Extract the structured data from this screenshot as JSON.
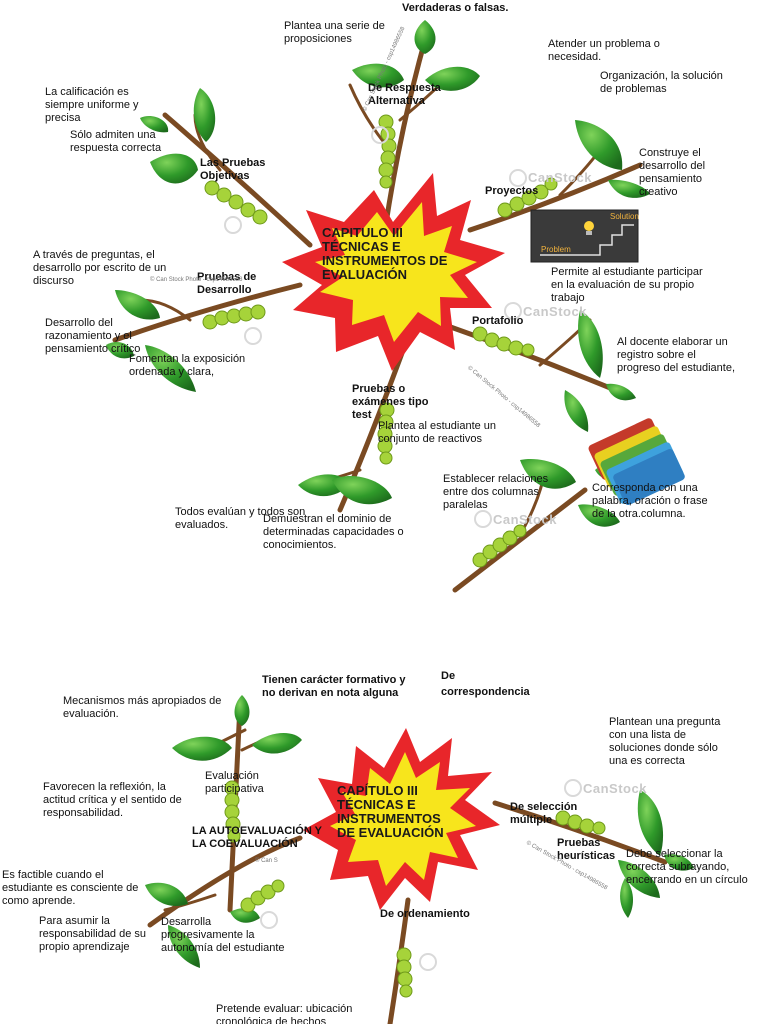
{
  "map1": {
    "center_title": "CAPITULO III TÉCNICAS E INSTRUMENTOS DE EVALUACIÓN",
    "branches": {
      "respuesta_alternativa": "De Respuesta Alternativa",
      "pruebas_objetivas": "Las Pruebas Objetivas",
      "proyectos": "Proyectos",
      "pruebas_desarrollo": "Pruebas de Desarrollo",
      "portafolio": "Portafolio",
      "examenes_test": "Pruebas o exámenes tipo test"
    },
    "notes": {
      "verdaderas": "Verdaderas o falsas.",
      "plantea_serie": "Plantea una serie de proposiciones",
      "atender_problema": "Atender un problema o necesidad.",
      "organizacion": "Organización, la solución de problemas",
      "construye": "Construye el desarrollo del pensamiento creativo",
      "calificacion": "La calificación es siempre uniforme y precisa",
      "solo_admiten": "Sólo admiten una respuesta correcta",
      "permite_estudiante": "Permite al estudiante participar en la evaluación de su propio trabajo",
      "a_traves": "A través de preguntas, el desarrollo por escrito de un discurso",
      "desarrollo_razonamiento": "Desarrollo del razonamiento y el pensamiento crítico",
      "fomentan": "Fomentan la exposición ordenada y clara,",
      "al_docente": "Al docente elaborar un registro sobre el progreso del estudiante,",
      "plantea_reactivos": "Plantea al estudiante un conjunto de reactivos",
      "establecer": "Establecer relaciones entre dos columnas paralelas",
      "corresponda": "Corresponda con una palabra, oración o frase de la otra.columna.",
      "todos_evaluan": "Todos evalúan y todos son evaluados.",
      "demuestran": "Demuestran el dominio de determinadas capacidades o conocimientos."
    },
    "image_labels": {
      "problem": "Problem",
      "solution": "Solution"
    }
  },
  "map2": {
    "center_title": "CAPÍTULO III TÉCNICAS E INSTRUMENTOS DE EVALUACIÓN",
    "branches": {
      "autoevaluacion": "LA AUTOEVALUACIÓN Y LA COEVALUACIÓN",
      "seleccion_multiple": "De selección múltiple",
      "pruebas_heuristicas": "Pruebas heurísticas",
      "ordenamiento": "De ordenamiento",
      "correspondencia": "De correspondencia",
      "caracter_formativo": "Tienen carácter formativo y no derivan en nota alguna"
    },
    "notes": {
      "mecanismos": "Mecanismos más apropiados de evaluación.",
      "participativa": "Evaluación participativa",
      "favorecen": "Favorecen la reflexión, la actitud crítica y el sentido de responsabilidad.",
      "factible": "Es factible cuando el estudiante es consciente de como aprende.",
      "asumir": "Para asumir la responsabilidad de su propio aprendizaje",
      "desarrolla": "Desarrolla progresivamente la autonomía del estudiante",
      "plantean_pregunta": "Plantean una pregunta con una lista de soluciones donde  sólo una es correcta",
      "debe_seleccionar": "Debe seleccionar la correcta subrayando, encerrando en un círculo",
      "pretende": "Pretende evaluar: ubicación cronológica de hechos"
    }
  },
  "watermark": {
    "main": "CanStock",
    "small": "© Can Stock Photo - csp14986558",
    "tiny": "© Can S"
  },
  "colors": {
    "burst_red": "#e8262a",
    "burst_yellow": "#f7e51c",
    "leaf_green": "#2f9a2a",
    "branch_brown": "#7a4a22",
    "caterpillar": "#a6d33a"
  }
}
